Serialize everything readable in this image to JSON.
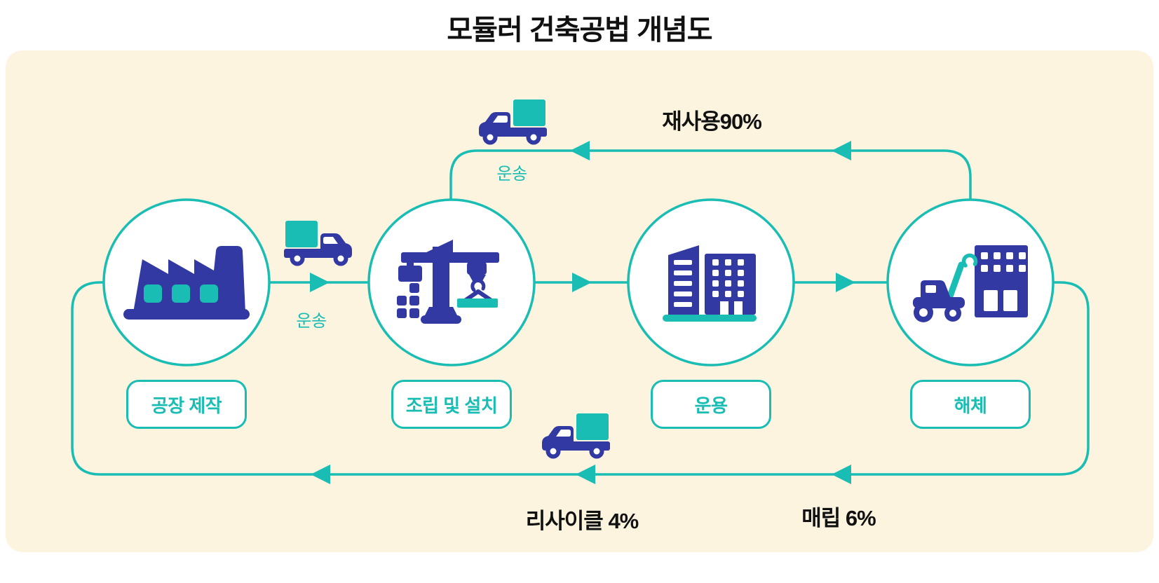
{
  "title": "모듈러 건축공법 개념도",
  "colors": {
    "teal": "#1abdb3",
    "blue": "#3239a3",
    "cream": "#fcf4df",
    "ink": "#111111",
    "white": "#ffffff"
  },
  "stages": [
    {
      "label": "공장 제작",
      "icon": "factory-icon"
    },
    {
      "label": "조립 및 설치",
      "icon": "tower-crane-icon"
    },
    {
      "label": "운용",
      "icon": "buildings-icon"
    },
    {
      "label": "해체",
      "icon": "demolition-excavator-icon"
    }
  ],
  "transport": {
    "mid_label": "운송",
    "top_label": "운송"
  },
  "flows": {
    "reuse": "재사용90%",
    "recycle": "리사이클 4%",
    "landfill": "매립 6%"
  }
}
